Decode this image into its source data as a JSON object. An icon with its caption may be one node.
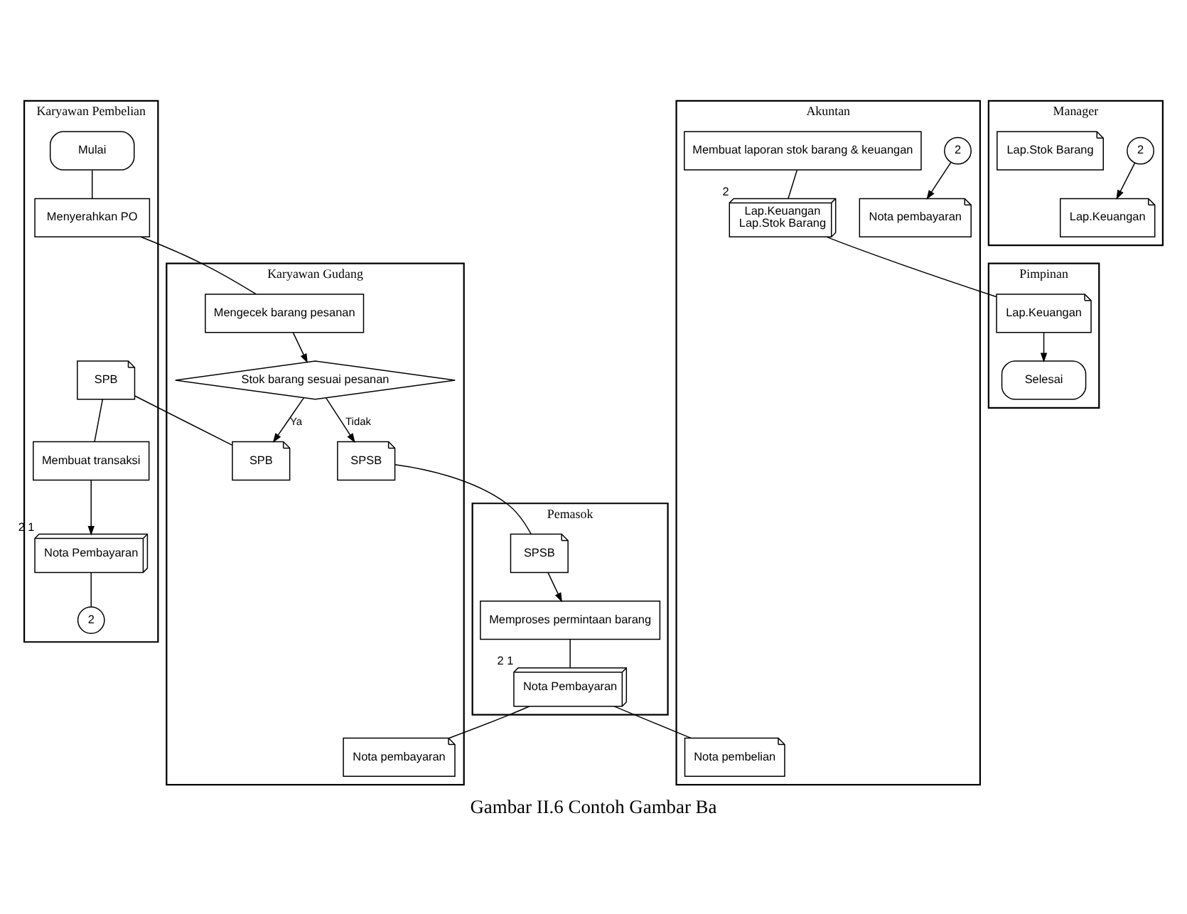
{
  "diagram": {
    "caption": "Gambar II.6 Contoh Gambar Ba",
    "nodes": [
      {
        "text": [
          "Karyawan Pembelian"
        ]
      },
      {
        "text": [
          "Mulai"
        ],
        "in": 0
      },
      {
        "text": [
          "Menyerahkan PO"
        ],
        "in": 0
      },
      {
        "text": [
          "SPB"
        ],
        "in": 0
      },
      {
        "text": [
          "Membuat transaksi"
        ],
        "in": 0
      },
      {
        "text": [
          "Nota Pembayaran"
        ],
        "in": 0,
        "beside": [
          "2",
          "1"
        ]
      },
      {
        "text": [
          "2"
        ],
        "in": 0
      },
      {
        "text": [
          "Karyawan Gudang"
        ]
      },
      {
        "text": [
          "Mengecek barang pesanan"
        ],
        "in": 7
      },
      {
        "text": [
          "Stok barang sesuai pesanan"
        ],
        "in": 7
      },
      {
        "text": [
          "SPB"
        ],
        "in": 7
      },
      {
        "text": [
          "SPSB"
        ],
        "in": 7
      },
      {
        "text": [
          "Nota pembayaran"
        ],
        "in": 7
      },
      {
        "text": [
          "Pemasok"
        ]
      },
      {
        "text": [
          "SPSB"
        ],
        "in": 13
      },
      {
        "text": [
          "Memproses permintaan barang"
        ],
        "in": 13
      },
      {
        "text": [
          "Nota Pembayaran"
        ],
        "in": 13,
        "beside": [
          "2",
          "1"
        ]
      },
      {
        "text": [
          "Akuntan"
        ]
      },
      {
        "text": [
          "Nota pembelian"
        ],
        "in": 17
      },
      {
        "text": [
          "2"
        ],
        "in": 17
      },
      {
        "text": [
          "Nota pembayaran"
        ],
        "in": 17
      },
      {
        "text": [
          "Membuat laporan stok barang & keuangan"
        ],
        "in": 17
      },
      {
        "text": [
          "Lap.Keuangan",
          "Lap.Stok Barang"
        ],
        "in": 17,
        "beside": [
          "2"
        ]
      },
      {
        "text": [
          "Manager"
        ]
      },
      {
        "text": [
          "2"
        ],
        "in": 23
      },
      {
        "text": [
          "Lap.Keuangan"
        ],
        "in": 23
      },
      {
        "text": [
          "Lap.Stok Barang"
        ],
        "in": 23
      },
      {
        "text": [
          "Pimpinan"
        ]
      },
      {
        "text": [
          "Lap.Keuangan"
        ],
        "in": 27
      },
      {
        "text": [
          "Selesai"
        ],
        "in": 27
      }
    ],
    "edges": [
      {
        "from": 1,
        "to": 2,
        "arrow": "none"
      },
      {
        "from": 2,
        "to": 8,
        "arrow": "none"
      },
      {
        "from": 8,
        "to": 9,
        "arrow": "to"
      },
      {
        "from": 9,
        "to": 10,
        "arrow": "to",
        "label": "Ya"
      },
      {
        "from": 9,
        "to": 11,
        "arrow": "to",
        "label": "Tidak"
      },
      {
        "from": 3,
        "to": 10,
        "arrow": "none"
      },
      {
        "from": 3,
        "to": 4,
        "arrow": "none"
      },
      {
        "from": 4,
        "to": 5,
        "arrow": "to"
      },
      {
        "from": 5,
        "to": 6,
        "arrow": "none"
      },
      {
        "from": 11,
        "to": 14,
        "arrow": "none"
      },
      {
        "from": 14,
        "to": 15,
        "arrow": "to"
      },
      {
        "from": 15,
        "to": 16,
        "arrow": "none"
      },
      {
        "from": 16,
        "to": 12,
        "arrow": "none"
      },
      {
        "from": 16,
        "to": 18,
        "arrow": "none"
      },
      {
        "from": 19,
        "to": 20,
        "arrow": "to"
      },
      {
        "from": 21,
        "to": 22,
        "arrow": "none"
      },
      {
        "from": 22,
        "to": 28,
        "arrow": "none"
      },
      {
        "from": 24,
        "to": 25,
        "arrow": "to"
      },
      {
        "from": 28,
        "to": 29,
        "arrow": "to"
      }
    ]
  }
}
